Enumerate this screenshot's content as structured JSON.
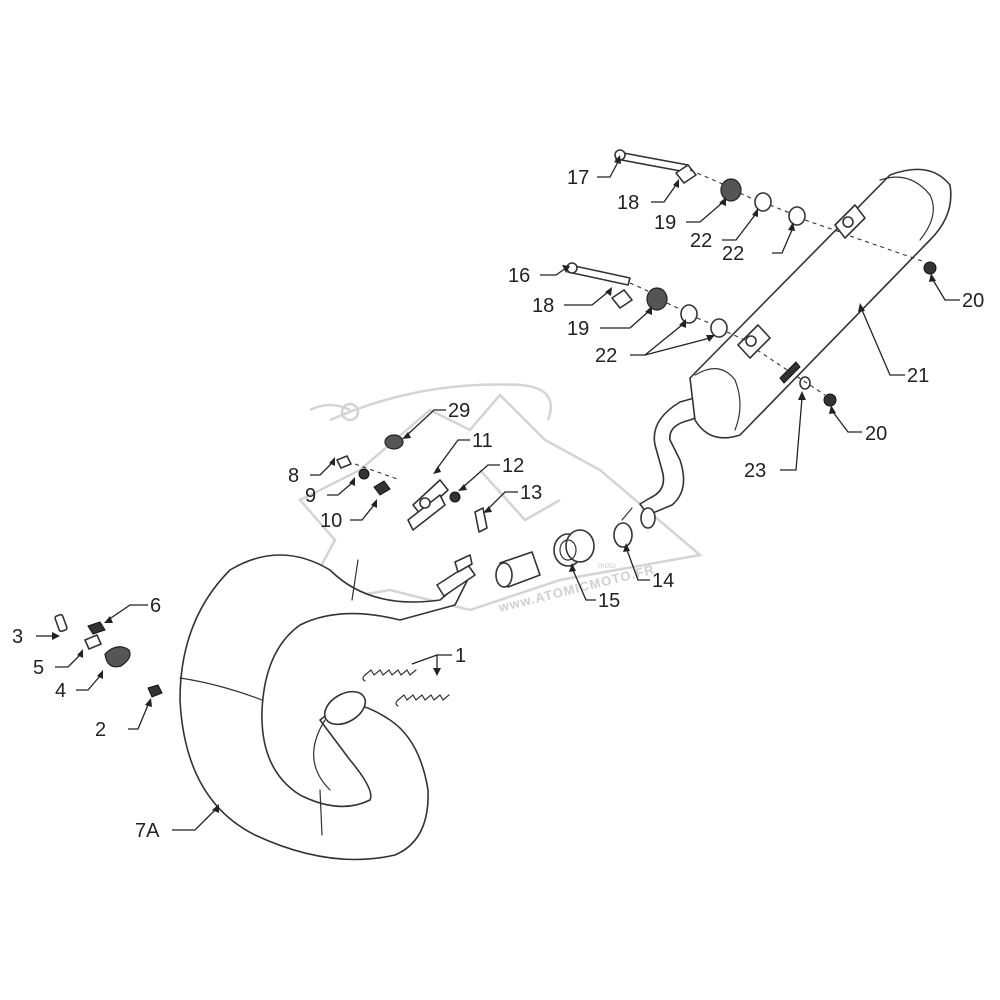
{
  "watermark": {
    "brand_small": "moto",
    "url": "www.ATOMICMOTO.FR"
  },
  "callouts": [
    {
      "id": "c1",
      "label": "1"
    },
    {
      "id": "c2",
      "label": "2"
    },
    {
      "id": "c3",
      "label": "3"
    },
    {
      "id": "c4",
      "label": "4"
    },
    {
      "id": "c5",
      "label": "5"
    },
    {
      "id": "c6",
      "label": "6"
    },
    {
      "id": "c7a",
      "label": "7A"
    },
    {
      "id": "c8",
      "label": "8"
    },
    {
      "id": "c9",
      "label": "9"
    },
    {
      "id": "c10",
      "label": "10"
    },
    {
      "id": "c11",
      "label": "11"
    },
    {
      "id": "c12",
      "label": "12"
    },
    {
      "id": "c13",
      "label": "13"
    },
    {
      "id": "c14",
      "label": "14"
    },
    {
      "id": "c15",
      "label": "15"
    },
    {
      "id": "c16",
      "label": "16"
    },
    {
      "id": "c17",
      "label": "17"
    },
    {
      "id": "c18a",
      "label": "18"
    },
    {
      "id": "c18b",
      "label": "18"
    },
    {
      "id": "c19a",
      "label": "19"
    },
    {
      "id": "c19b",
      "label": "19"
    },
    {
      "id": "c20a",
      "label": "20"
    },
    {
      "id": "c20b",
      "label": "20"
    },
    {
      "id": "c21",
      "label": "21"
    },
    {
      "id": "c22a",
      "label": "22"
    },
    {
      "id": "c22b",
      "label": "22"
    },
    {
      "id": "c22c",
      "label": "22"
    },
    {
      "id": "c23",
      "label": "23"
    },
    {
      "id": "c29",
      "label": "29"
    }
  ]
}
